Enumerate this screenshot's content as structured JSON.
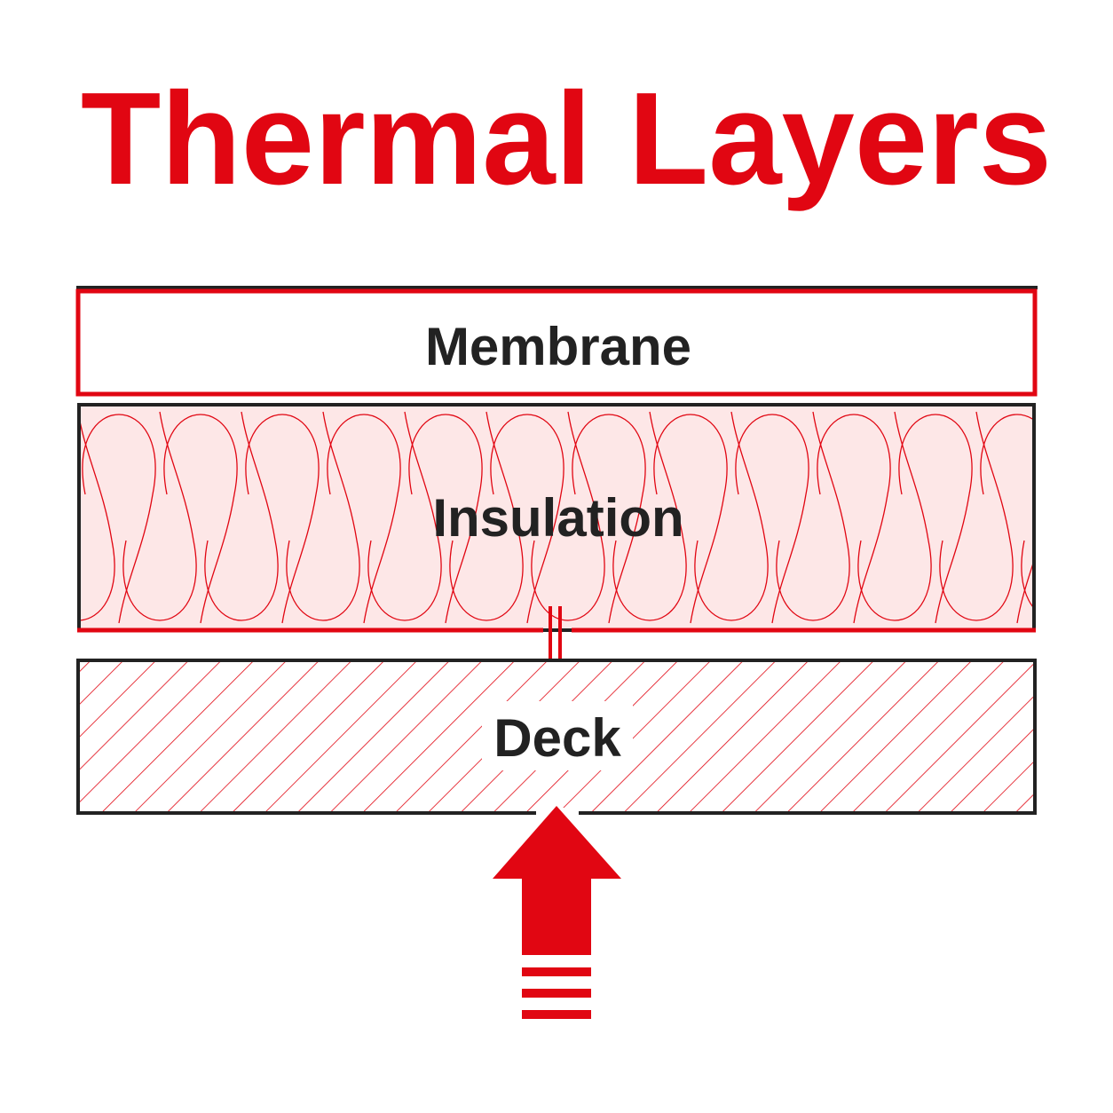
{
  "title": "Thermal Layers",
  "layers": {
    "membrane": {
      "label": "Membrane"
    },
    "insulation": {
      "label": "Insulation"
    },
    "deck": {
      "label": "Deck"
    }
  },
  "colors": {
    "accent_red": "#e10612",
    "outline_dark": "#222222",
    "insulation_fill": "#fde7e7",
    "background": "#ffffff"
  },
  "icons": {
    "heat_flow": "arrow-up-icon"
  }
}
